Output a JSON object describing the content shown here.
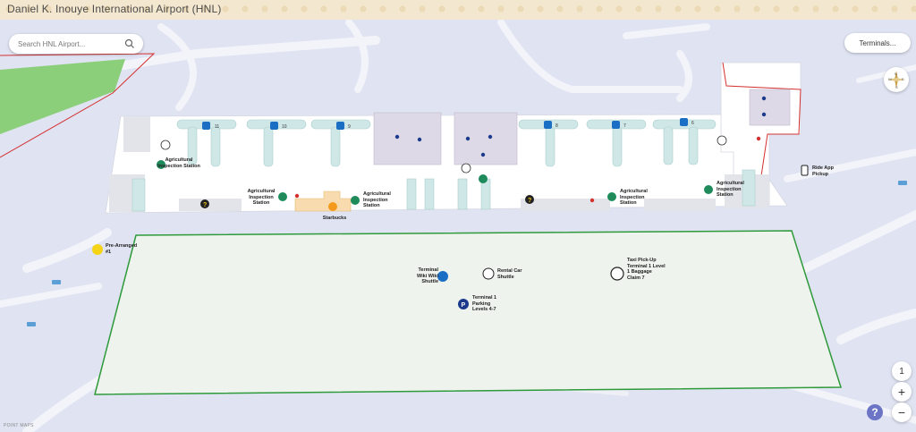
{
  "header": {
    "title": "Daniel K. Inouye International Airport (HNL)"
  },
  "search": {
    "placeholder": "Search HNL Airport..."
  },
  "terminals_button": {
    "label": "Terminals..."
  },
  "level_button": {
    "label": "1"
  },
  "zoom": {
    "in_label": "+",
    "out_label": "−"
  },
  "help": {
    "label": "?"
  },
  "branding": {
    "label": "POINT MAPS"
  },
  "gates": [
    "11",
    "10",
    "9",
    "8",
    "7",
    "6"
  ],
  "pois": {
    "ag_1": "Agricultural Inspection Station",
    "ag_2": "Agricultural Inspection Station",
    "ag_3": "Agricultural Inspection Station",
    "ag_4": "Agricultural Inspection Station",
    "ag_5": "Agricultural Inspection Station",
    "starbucks": "Starbucks",
    "ride_app": "Ride App Pickup",
    "pre_arranged": "Pre-Arranged #1",
    "wiki_wiki": "Terminal Wiki Wiki Shuttle",
    "rental_car": "Rental Car Shuttle",
    "taxi": "Taxi Pick-Up Terminal 1 Level 1 Baggage Claim 7",
    "parking": "Terminal 1 Parking Levels 4-7"
  },
  "colors": {
    "background": "#dfe3f2",
    "road": "#f3f4fa",
    "terminal": "#ffffff",
    "concourse": "#cfe7e6",
    "parking_lot": "#eef3ee",
    "parking_outline": "#2e9a3a",
    "grass": "#8ccf7a",
    "boundary": "#d43030",
    "poi_green": "#1f8a5a",
    "starbucks_orange": "#f39a1c",
    "parking_blue": "#1b3a8c",
    "info_blue": "#1a6fc4"
  }
}
